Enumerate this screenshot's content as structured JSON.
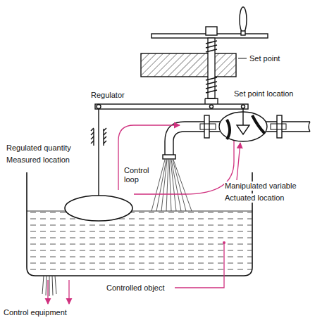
{
  "diagram": {
    "labels": [
      "Set point",
      "Set point location",
      "Regulator",
      "Regulated quantity",
      "Measured location",
      "Control loop",
      "Manipulated variable",
      "Actuated location",
      "Controlled object",
      "Control equipment"
    ]
  }
}
